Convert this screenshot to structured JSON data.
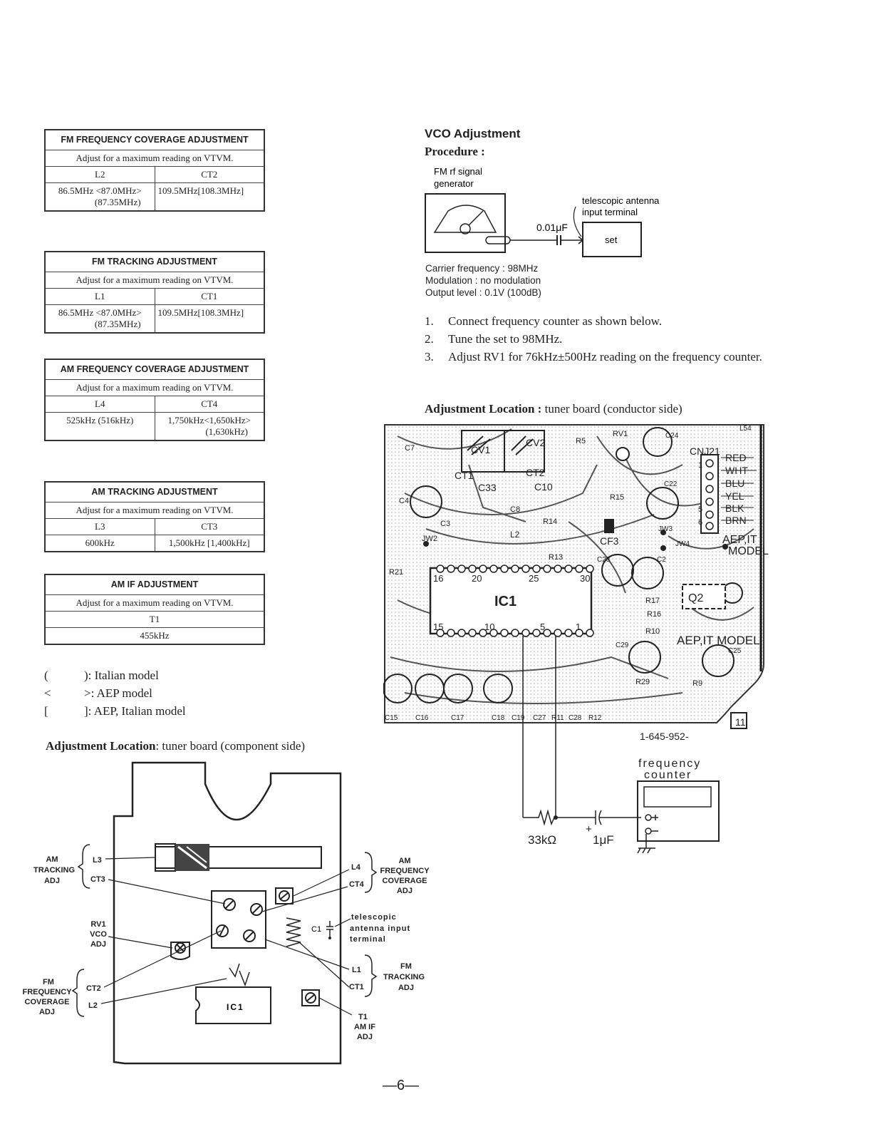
{
  "tables": {
    "fm_freq": {
      "title": "FM FREQUENCY COVERAGE ADJUSTMENT",
      "instruction": "Adjust for a maximum reading on VTVM.",
      "col1": "L2",
      "col2": "CT2",
      "val1_line1": "86.5MHz <87.0MHz>",
      "val1_line2": "(87.35MHz)",
      "val2": "109.5MHz[108.3MHz]"
    },
    "fm_track": {
      "title": "FM TRACKING ADJUSTMENT",
      "instruction": "Adjust for a maximum reading on VTVM.",
      "col1": "L1",
      "col2": "CT1",
      "val1_line1": "86.5MHz <87.0MHz>",
      "val1_line2": "(87.35MHz)",
      "val2": "109.5MHz[108.3MHz]"
    },
    "am_freq": {
      "title": "AM FREQUENCY COVERAGE ADJUSTMENT",
      "instruction": "Adjust for a maximum reading on VTVM.",
      "col1": "L4",
      "col2": "CT4",
      "val1": "525kHz (516kHz)",
      "val2_line1": "1,750kHz<1,650kHz>",
      "val2_line2": "(1,630kHz)"
    },
    "am_track": {
      "title": "AM TRACKING ADJUSTMENT",
      "instruction": "Adjust for a maximum reading on VTVM.",
      "col1": "L3",
      "col2": "CT3",
      "val1": "600kHz",
      "val2": "1,500kHz [1,400kHz]"
    },
    "am_if": {
      "title": "AM IF ADJUSTMENT",
      "instruction": "Adjust for a maximum reading on VTVM.",
      "col1": "T1",
      "val1": "455kHz"
    }
  },
  "legend": [
    {
      "open": "(",
      "close": ")",
      "text": ": Italian model"
    },
    {
      "open": "<",
      "close": ">",
      "text": ": AEP model"
    },
    {
      "open": "[",
      "close": "]",
      "text": ": AEP, Italian model"
    }
  ],
  "left_location": {
    "label": "Adjustment Location",
    "text": ": tuner board (component side)"
  },
  "component_diagram": {
    "am_tracking_adj": [
      "AM",
      "TRACKING",
      "ADJ"
    ],
    "l3": "L3",
    "ct3": "CT3",
    "rv1_vco_adj": [
      "RV1",
      "VCO",
      "ADJ"
    ],
    "fm_freq_cov_adj": [
      "FM",
      "FREQUENCY",
      "COVERAGE",
      "ADJ"
    ],
    "ct2": "CT2",
    "l2": "L2",
    "l4": "L4",
    "ct4": "CT4",
    "am_freq_cov_adj": [
      "AM",
      "FREQUENCY",
      "COVERAGE",
      "ADJ"
    ],
    "c1": "C1",
    "tele_antenna": [
      "telescopic",
      "antenna input",
      "terminal"
    ],
    "l1": "L1",
    "ct1": "CT1",
    "fm_tracking_adj": [
      "FM",
      "TRACKING",
      "ADJ"
    ],
    "t1": "T1",
    "am_if_adj": [
      "AM IF",
      "ADJ"
    ],
    "ic1": "IC1"
  },
  "vco": {
    "title": "VCO Adjustment",
    "procedure": "Procedure :",
    "gen_label": [
      "FM rf signal",
      "generator"
    ],
    "antenna_label": [
      "telescopic antenna",
      "input terminal"
    ],
    "cap_label": "0.01μF",
    "set_label": "set",
    "specs": [
      "Carrier frequency : 98MHz",
      "Modulation : no modulation",
      "Output level : 0.1V (100dB)"
    ],
    "steps": [
      {
        "n": "1.",
        "text": "Connect frequency counter as shown below."
      },
      {
        "n": "2.",
        "text": "Tune the set to 98MHz."
      },
      {
        "n": "3.",
        "text": "Adjust RV1 for 76kHz±500Hz reading on the frequency counter."
      }
    ]
  },
  "right_location": {
    "label": "Adjustment Location :",
    "text": " tuner board (conductor side)"
  },
  "pcb": {
    "labels": {
      "cv1": "CV1",
      "cv2": "CV2",
      "ct1": "CT1",
      "ct2": "CT2",
      "c7": "C7",
      "r5": "R5",
      "rv1": "RV1",
      "c24": "C24",
      "l54": "L54",
      "cnj21": "CNJ21",
      "c33": "C33",
      "c10": "C10",
      "c4": "C4",
      "c8": "C8",
      "r15": "R15",
      "c3": "C3",
      "r14": "R14",
      "c22": "C22",
      "jw2": "JW2",
      "l2": "L2",
      "cf3": "CF3",
      "jw3": "JW3",
      "jw4": "JW4",
      "r13": "R13",
      "r21": "R21",
      "c23": "C23",
      "c2": "C2",
      "ic1": "IC1",
      "q2": "Q2",
      "r17": "R17",
      "r16": "R16",
      "r10": "R10",
      "c29": "C29",
      "c25": "C25",
      "r29": "R29",
      "r9": "R9",
      "c15": "C15",
      "c16": "C16",
      "c17": "C17",
      "c18": "C18",
      "c19": "C19",
      "c27": "C27",
      "r11": "R11",
      "c28": "C28",
      "r12": "R12",
      "p16": "16",
      "p20": "20",
      "p25": "25",
      "p30": "30",
      "p15": "15",
      "p10": "10",
      "p5": "5",
      "p1": "1",
      "aep_it_model_1": [
        "AEP,IT",
        "MODEL"
      ],
      "aep_it_model_2": "AEP,IT MODEL",
      "board_id": "11",
      "n1": "1",
      "n5": "5",
      "n6": "6"
    },
    "wires": [
      "RED",
      "WHT",
      "BLU",
      "YEL",
      "BLK",
      "BRN"
    ],
    "part_number": "1-645-952-",
    "counter_label": [
      "frequency",
      "counter"
    ],
    "resistor": "33kΩ",
    "cap": "1μF",
    "plus": "+"
  },
  "page_number": "—6—"
}
